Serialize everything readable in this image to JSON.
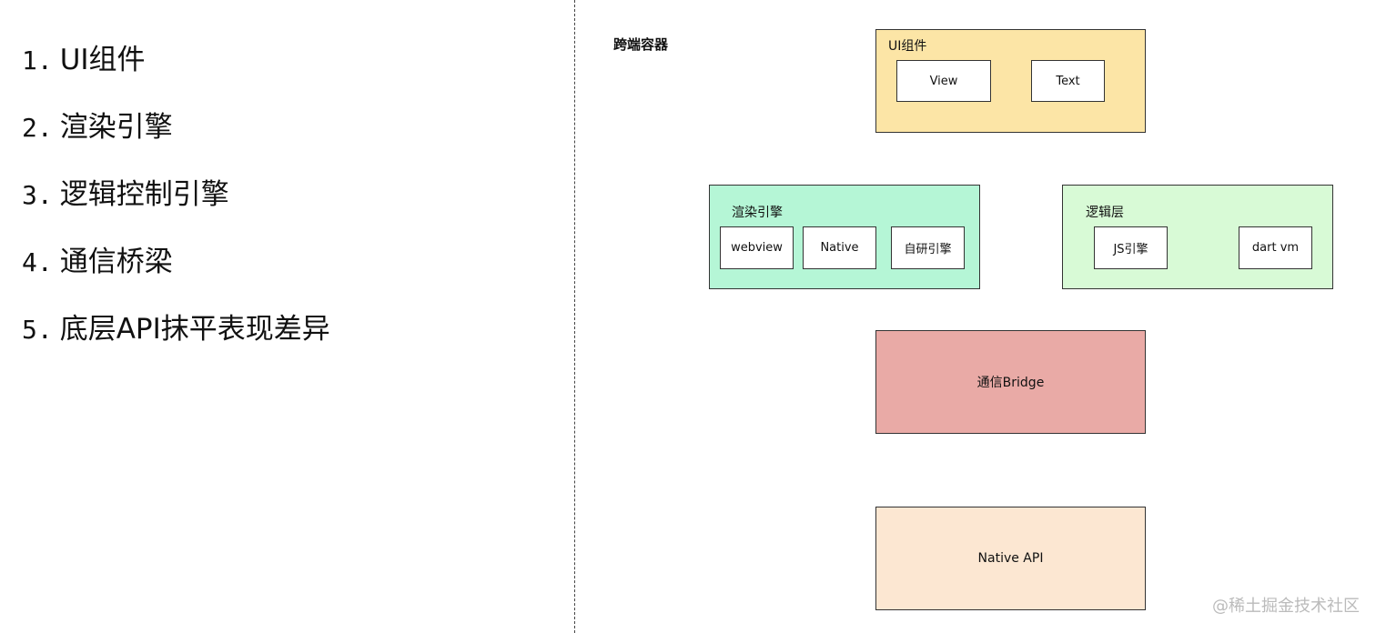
{
  "list": [
    {
      "num": "1.",
      "text": "UI组件"
    },
    {
      "num": "2.",
      "text": "渲染引擎"
    },
    {
      "num": "3.",
      "text": "逻辑控制引擎"
    },
    {
      "num": "4.",
      "text": "通信桥梁"
    },
    {
      "num": "5.",
      "text": "底层API抹平表现差异"
    }
  ],
  "diagram": {
    "title": "跨端容器",
    "ui_components": {
      "label": "UI组件",
      "color": "#fce5a6",
      "items": [
        "View",
        "Text"
      ]
    },
    "render_engine": {
      "label": "渲染引擎",
      "color": "#b5f6d6",
      "items": [
        "webview",
        "Native",
        "自研引擎"
      ]
    },
    "logic_layer": {
      "label": "逻辑层",
      "color": "#d8fad6",
      "items": [
        "JS引擎",
        "dart vm"
      ]
    },
    "bridge": {
      "label": "通信Bridge",
      "color": "#e9aaa6"
    },
    "native_api": {
      "label": "Native API",
      "color": "#fce7d2"
    }
  },
  "watermark": "@稀土掘金技术社区"
}
